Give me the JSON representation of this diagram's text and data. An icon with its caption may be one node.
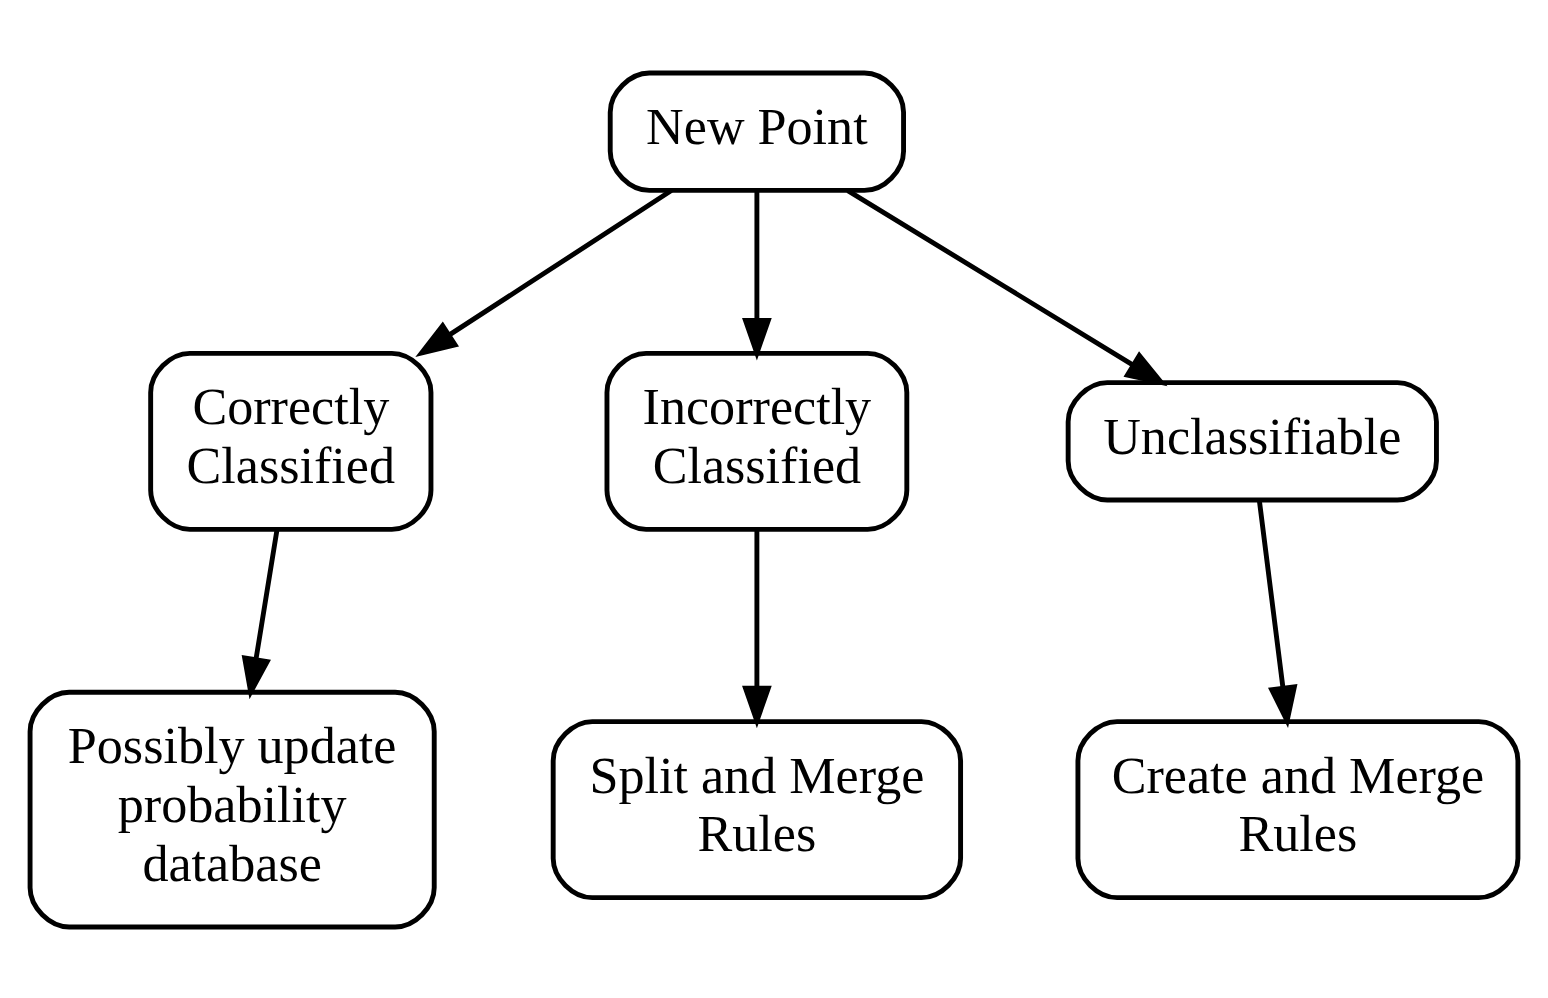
{
  "diagram": {
    "nodes": [
      {
        "text": [
          "New Point"
        ]
      },
      {
        "text": [
          "Correctly Classified"
        ]
      },
      {
        "text": [
          "Incorrectly Classified"
        ]
      },
      {
        "text": [
          "Unclassifiable"
        ]
      },
      {
        "text": [
          "Possibly update probability database"
        ]
      },
      {
        "text": [
          "Split and Merge Rules"
        ]
      },
      {
        "text": [
          "Create and Merge Rules"
        ]
      }
    ],
    "edges": [
      {
        "from": 0,
        "to": 1,
        "arrow": "to"
      },
      {
        "from": 0,
        "to": 2,
        "arrow": "to"
      },
      {
        "from": 0,
        "to": 3,
        "arrow": "to"
      },
      {
        "from": 1,
        "to": 4,
        "arrow": "to"
      },
      {
        "from": 2,
        "to": 5,
        "arrow": "to"
      },
      {
        "from": 3,
        "to": 6,
        "arrow": "to"
      }
    ]
  }
}
